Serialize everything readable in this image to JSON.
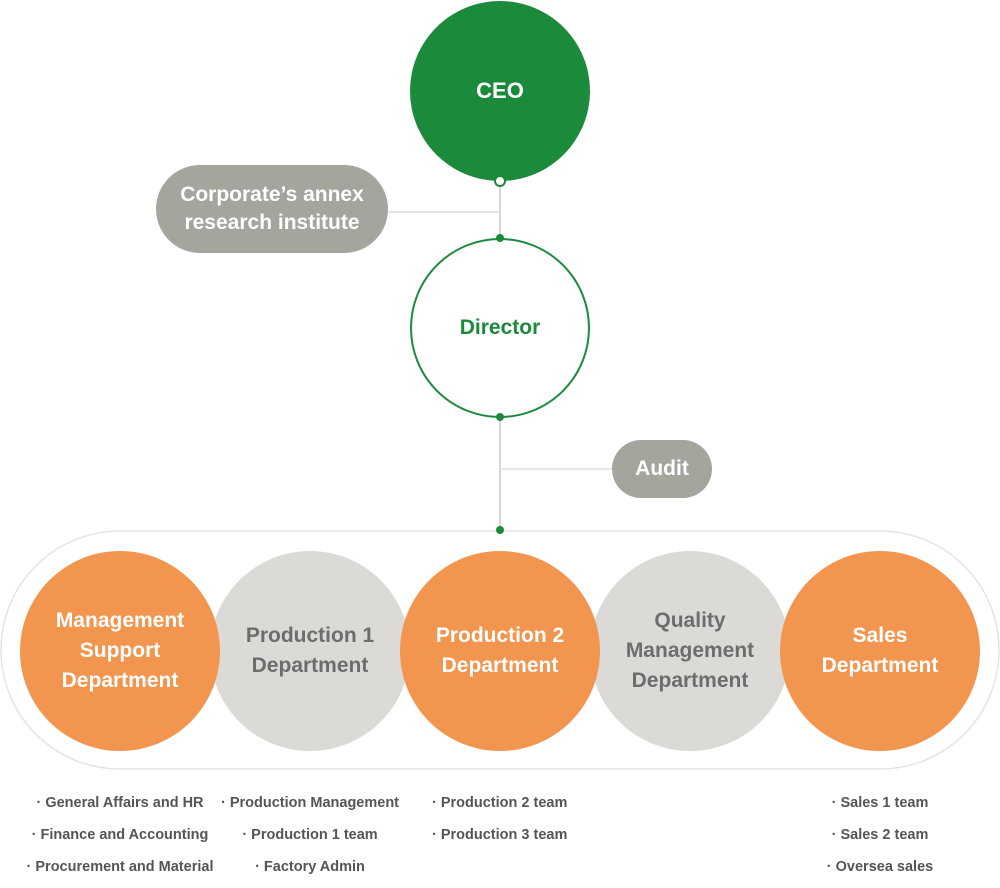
{
  "org": {
    "ceo": "CEO",
    "annex": "Corporate’s annex\nresearch institute",
    "director": "Director",
    "audit": "Audit",
    "departments": [
      {
        "name": "Management\nSupport\nDepartment",
        "teams": [
          "· General Affairs and HR",
          "· Finance and Accounting",
          "· Procurement and Material"
        ]
      },
      {
        "name": "Production 1\nDepartment",
        "teams": [
          "· Production Management",
          "· Production 1 team",
          "· Factory Admin"
        ]
      },
      {
        "name": "Production 2\nDepartment",
        "teams": [
          "· Production 2 team",
          "· Production 3 team"
        ]
      },
      {
        "name": "Quality\nManagement\nDepartment",
        "teams": []
      },
      {
        "name": "Sales\nDepartment",
        "teams": [
          "· Sales 1 team",
          "· Sales 2 team",
          "· Oversea sales"
        ]
      }
    ]
  },
  "colors": {
    "ceo_green": "#1b8a3a",
    "orange": "#f2954f",
    "light_gray": "#dcdad6",
    "pill_gray": "#a4a59d",
    "dept_gray_text": "#6d6d6d"
  }
}
